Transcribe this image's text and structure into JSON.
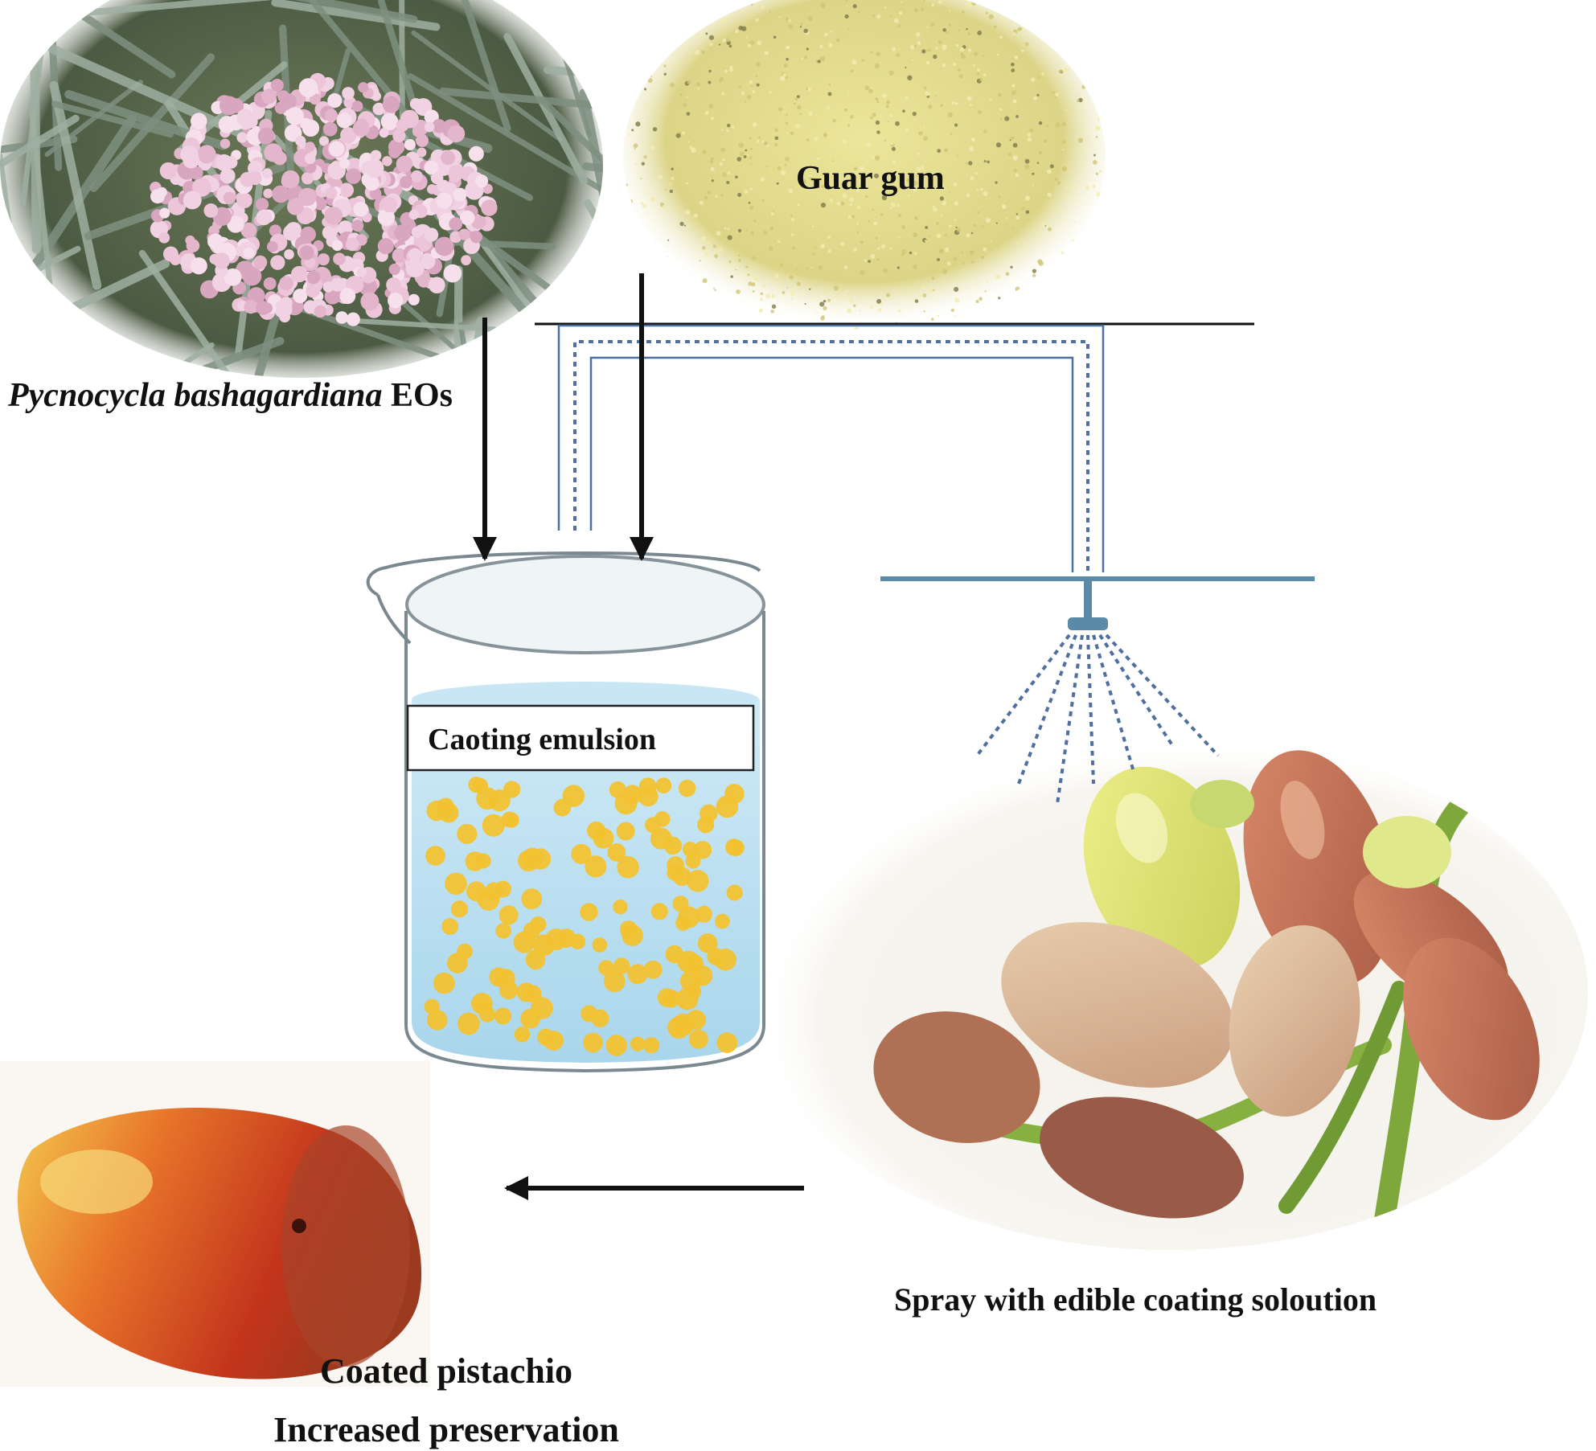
{
  "diagram": {
    "plant_label_italic": "Pycnocycla bashagardiana",
    "plant_label_suffix": " EOs",
    "guar_label": "Guar gum",
    "beaker_label": "Caoting emulsion",
    "spray_label": "Spray with edible coating soloution",
    "result_line1": "Coated pistachio",
    "result_line2": "Increased preservation"
  },
  "colors": {
    "pipe": "#4f6fa0",
    "liquid": "#bfe3f2",
    "droplet": "#f2c230",
    "guar": "#e4dc8c",
    "flower": "#e8c2d4"
  },
  "icons": [
    "plant-photo",
    "guar-gum-powder",
    "beaker-icon",
    "spray-nozzle-icon",
    "pistachio-photo"
  ]
}
